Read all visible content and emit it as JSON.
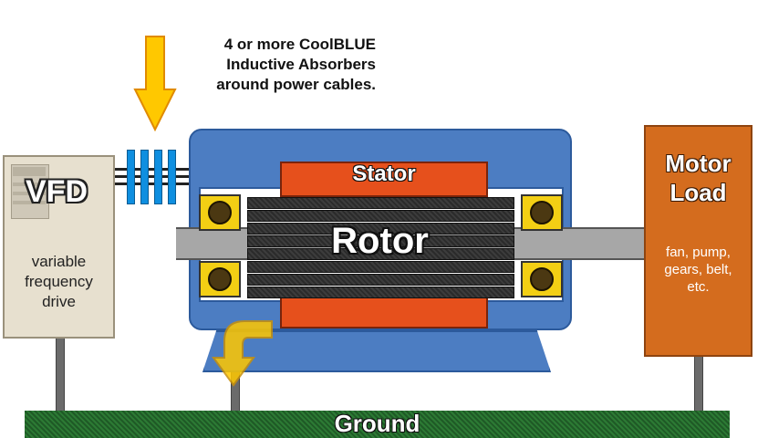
{
  "note": {
    "line1": "4 or more CoolBLUE",
    "line2": "Inductive Absorbers",
    "line3": "around power cables."
  },
  "vfd": {
    "label": "VFD",
    "desc_line1": "variable",
    "desc_line2": "frequency",
    "desc_line3": "drive"
  },
  "motor": {
    "stator_label": "Stator",
    "rotor_label": "Rotor"
  },
  "motor_load": {
    "title_line1": "Motor",
    "title_line2": "Load",
    "desc_line1": "fan, pump,",
    "desc_line2": "gears, belt,",
    "desc_line3": "etc."
  },
  "ground": {
    "label": "Ground"
  },
  "colors": {
    "motor_blue": "#4c7dc2",
    "stator_orange": "#e6501c",
    "load_orange": "#d46c1e",
    "bearing_yellow": "#f3cf14",
    "absorber_blue": "#0f8fe0",
    "ground_green": "#2c7a34",
    "arrow_yellow": "#ffc800"
  },
  "icons": {
    "absorber_arrow": "down-arrow-icon",
    "current_arrow": "curved-arrow-icon"
  }
}
